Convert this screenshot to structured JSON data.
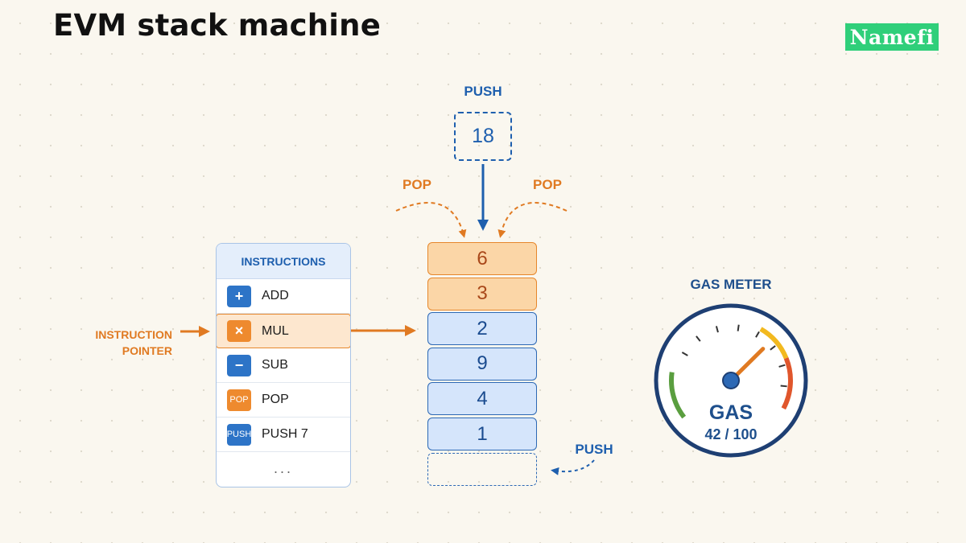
{
  "title": "EVM stack machine",
  "logo": "Namefi",
  "push_top": {
    "label": "PUSH",
    "value": "18"
  },
  "pop_left": "POP",
  "pop_right": "POP",
  "instruction_pointer": {
    "line1": "INSTRUCTION",
    "line2": "POINTER"
  },
  "instructions": {
    "header": "INSTRUCTIONS",
    "items": [
      {
        "icon": "+",
        "icon_name": "plus-icon",
        "label": "ADD",
        "color": "#2d74c7"
      },
      {
        "icon": "×",
        "icon_name": "multiply-icon",
        "label": "MUL",
        "color": "#ee8a2e",
        "active": true
      },
      {
        "icon": "−",
        "icon_name": "minus-icon",
        "label": "SUB",
        "color": "#2d74c7"
      },
      {
        "icon": "POP",
        "icon_name": "pop-icon",
        "label": "POP",
        "color": "#ee8a2e"
      },
      {
        "icon": "PUSH",
        "icon_name": "push-icon",
        "label": "PUSH 7",
        "color": "#2d74c7"
      }
    ],
    "more": "..."
  },
  "stack": [
    {
      "value": "6",
      "kind": "popped"
    },
    {
      "value": "3",
      "kind": "popped"
    },
    {
      "value": "2",
      "kind": "normal"
    },
    {
      "value": "9",
      "kind": "normal"
    },
    {
      "value": "4",
      "kind": "normal"
    },
    {
      "value": "1",
      "kind": "normal"
    }
  ],
  "push_bottom": "PUSH",
  "gas_meter": {
    "title": "GAS METER",
    "label": "GAS",
    "reading": "42 / 100",
    "used": 42,
    "max": 100
  },
  "colors": {
    "blue": "#1e5fae",
    "orange": "#e07a22",
    "green_arc": "#5a9e3f",
    "yellow_arc": "#f2b91f",
    "red_arc": "#e0562c",
    "logo_bg": "#2fcf7a",
    "background": "#faf7ef"
  }
}
